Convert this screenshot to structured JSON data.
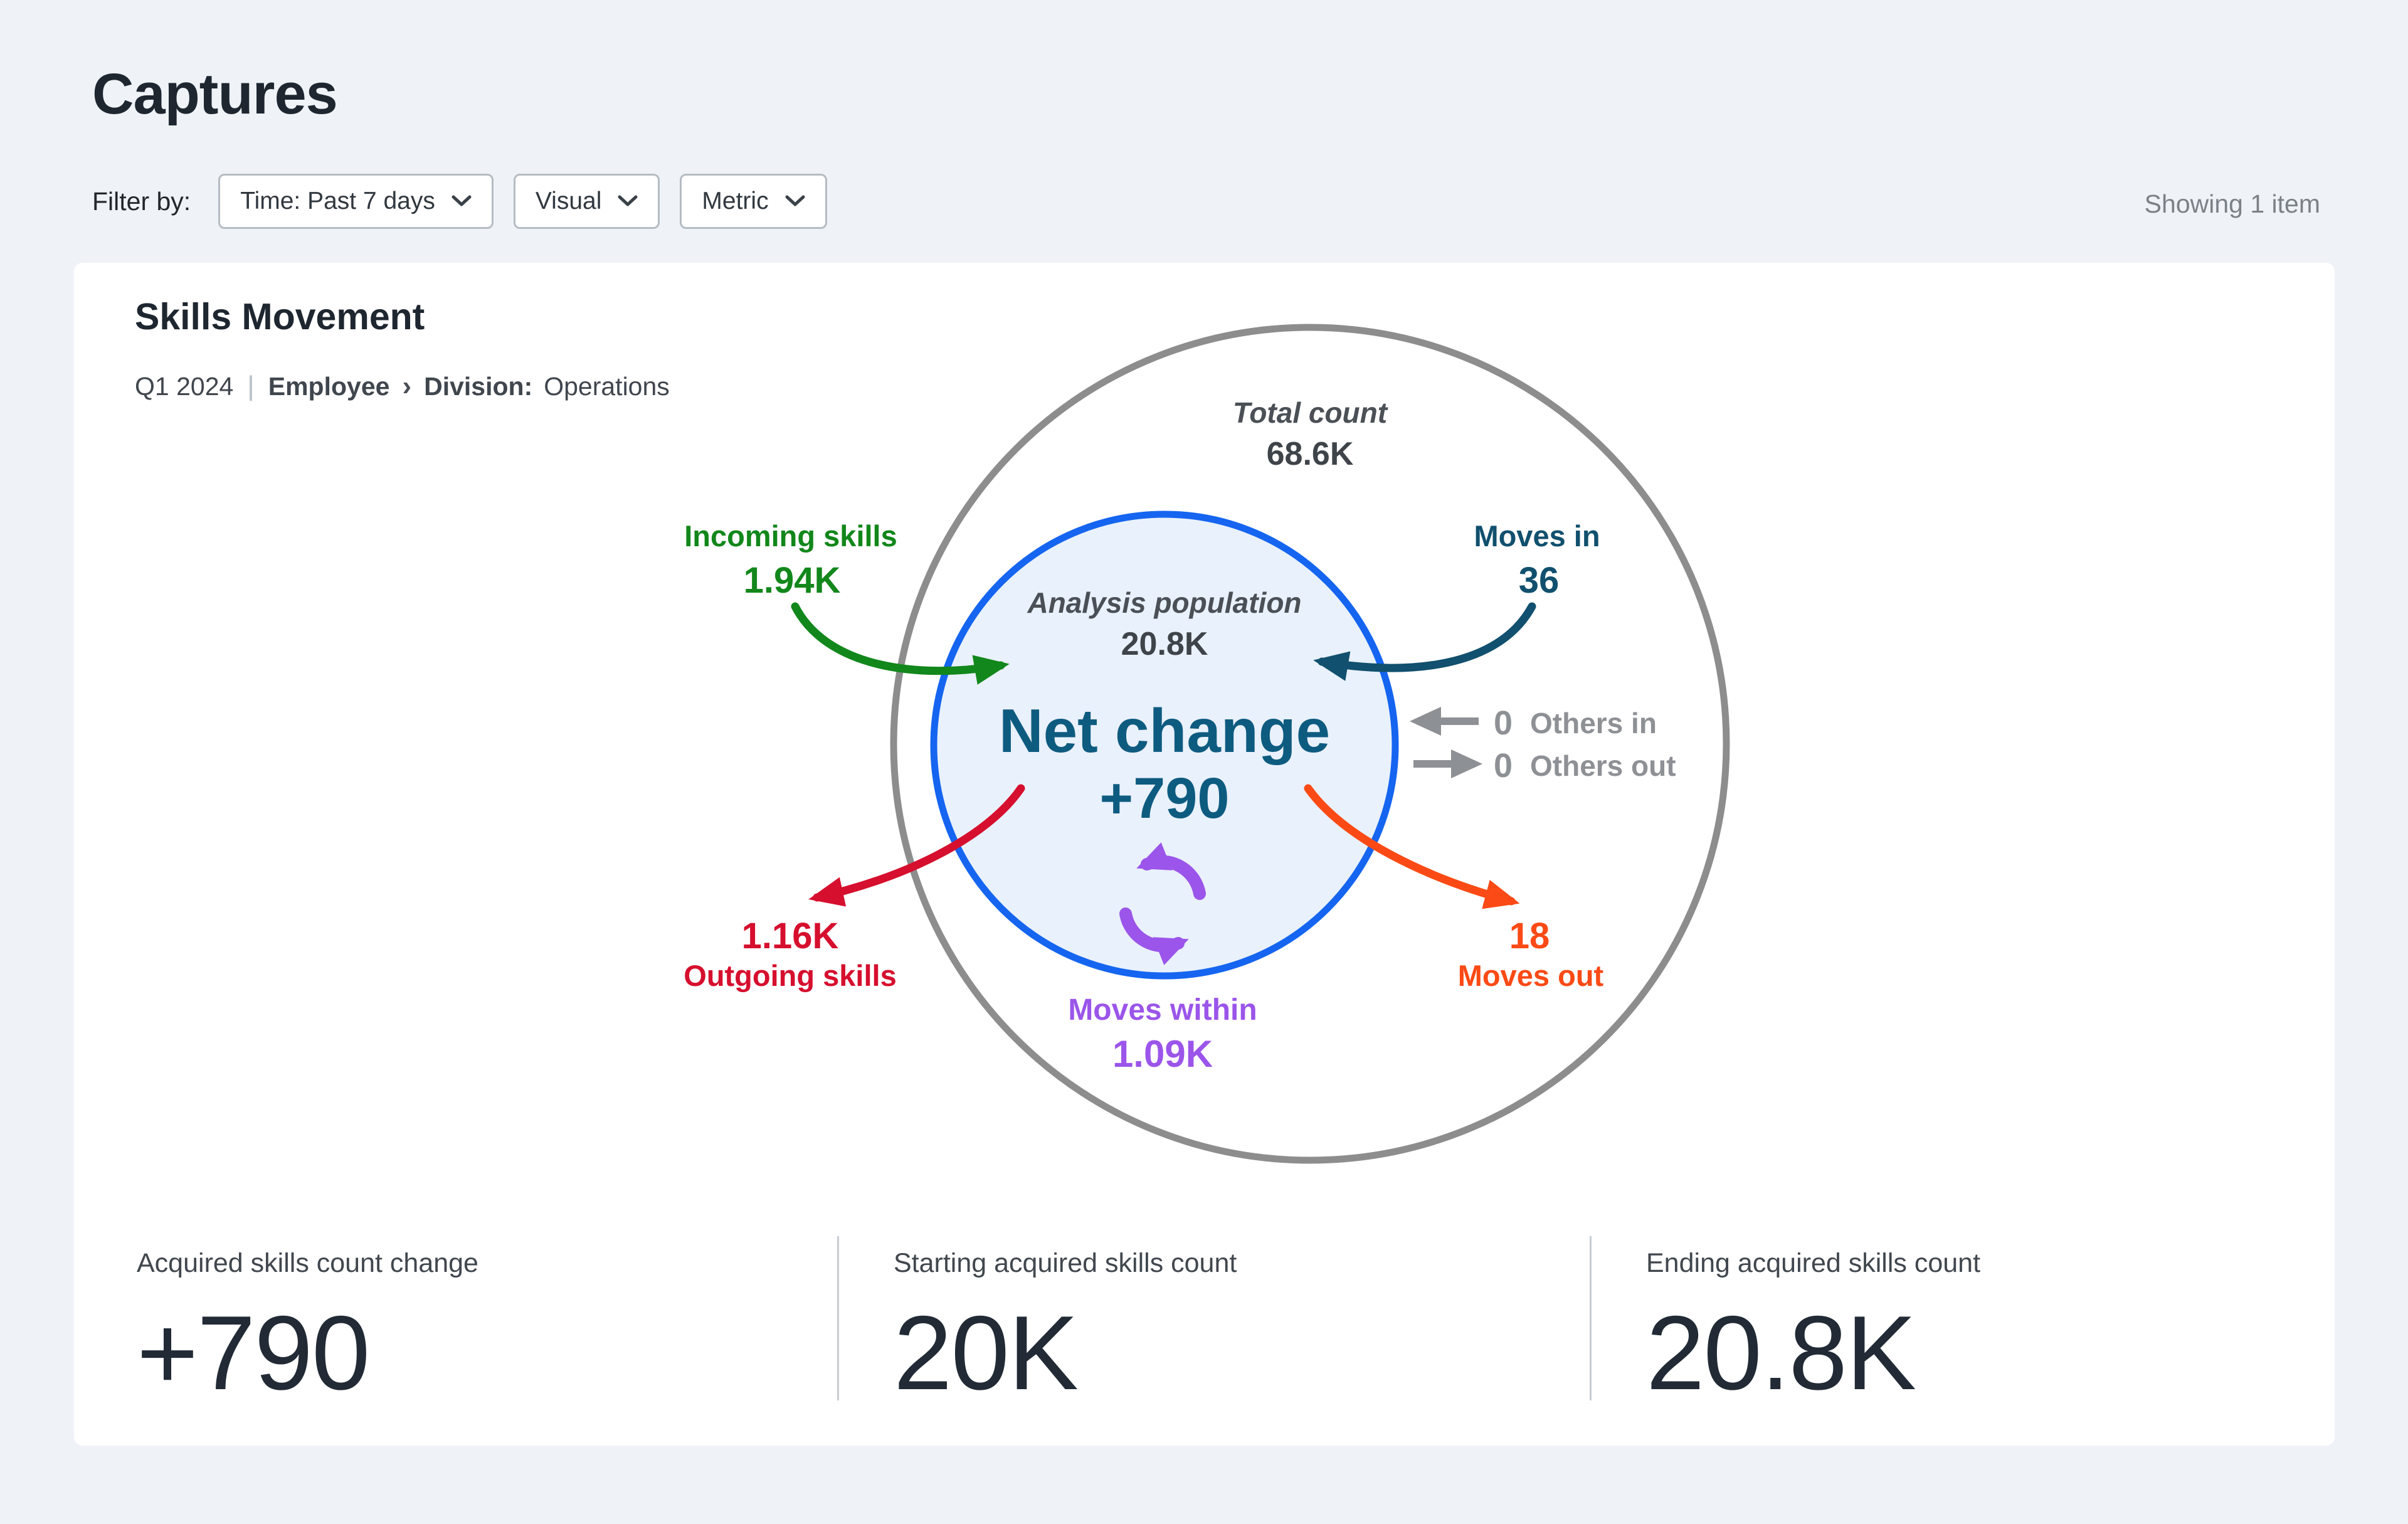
{
  "page": {
    "title": "Captures",
    "filter_label": "Filter by:",
    "showing": "Showing 1 item"
  },
  "filters": [
    {
      "label": "Time: Past 7 days"
    },
    {
      "label": "Visual"
    },
    {
      "label": "Metric"
    }
  ],
  "card": {
    "title": "Skills Movement",
    "period": "Q1 2024",
    "divider": "|",
    "entity": "Employee",
    "chevron": "›",
    "dimension_label": "Division:",
    "dimension_value": "Operations"
  },
  "diagram": {
    "total": {
      "label": "Total count",
      "value": "68.6K"
    },
    "population": {
      "label": "Analysis population",
      "value": "20.8K"
    },
    "net_change": {
      "label": "Net change",
      "value": "+790"
    },
    "incoming": {
      "label": "Incoming skills",
      "value": "1.94K"
    },
    "moves_in": {
      "label": "Moves in",
      "value": "36"
    },
    "others_in": {
      "value": "0",
      "label": "Others in"
    },
    "others_out": {
      "value": "0",
      "label": "Others out"
    },
    "outgoing": {
      "value": "1.16K",
      "label": "Outgoing skills"
    },
    "moves_out": {
      "value": "18",
      "label": "Moves out"
    },
    "moves_within": {
      "label": "Moves within",
      "value": "1.09K"
    }
  },
  "stats": [
    {
      "label": "Acquired skills count change",
      "value": "+790"
    },
    {
      "label": "Starting acquired skills count",
      "value": "20K"
    },
    {
      "label": "Ending acquired skills count",
      "value": "20.8K"
    }
  ],
  "colors": {
    "page_bg": "#eff3f7",
    "card_bg": "#ffffff",
    "ink": "#1e2630",
    "muted_gray": "#7b8187",
    "outer_circle_gray": "#8d8d8d",
    "inner_circle_stroke": "#1565f0",
    "inner_circle_fill": "#e9f1fc",
    "net_change_teal": "#0e5b80",
    "incoming_green": "#12871b",
    "moves_in_teal": "#11506e",
    "outgoing_red": "#d60f2e",
    "moves_out_orange": "#fb4a15",
    "moves_within_purple": "#9b55ea",
    "others_gray": "#8d9094"
  }
}
